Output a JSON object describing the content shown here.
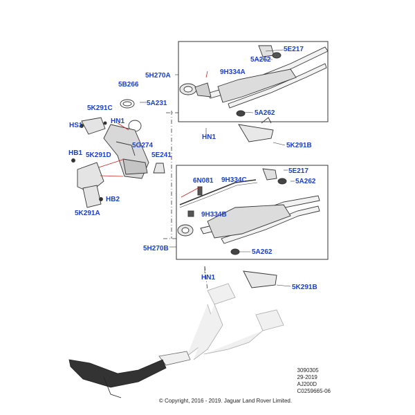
{
  "diagram": {
    "label_color": "#1a3fcc",
    "line_color": "#333333",
    "leader_color": "#cc2222",
    "callouts": {
      "c_5E217_a": "5E217",
      "c_5A262_a": "5A262",
      "c_9H334A": "9H334A",
      "c_5H270A": "5H270A",
      "c_5B266": "5B266",
      "c_5A231": "5A231",
      "c_5A262_b": "5A262",
      "c_5K291C": "5K291C",
      "c_HN1_a": "HN1",
      "c_HS1": "HS1",
      "c_HN1_b": "HN1",
      "c_5K291B_a": "5K291B",
      "c_5G274": "5G274",
      "c_HB1": "HB1",
      "c_5K291D": "5K291D",
      "c_5E241": "5E241",
      "c_5E217_b": "5E217",
      "c_6N081": "6N081",
      "c_9H334C": "9H334C",
      "c_5A262_c": "5A262",
      "c_HB2": "HB2",
      "c_5K291A": "5K291A",
      "c_9H334B": "9H334B",
      "c_5H270B": "5H270B",
      "c_5A262_d": "5A262",
      "c_HN1_c": "HN1",
      "c_5K291B_b": "5K291B"
    }
  },
  "footer": {
    "ref_1": "3090305",
    "ref_2": "29-2019",
    "ref_3": "AJ200D",
    "ref_4": "C0259665-06",
    "copyright": "© Copyright, 2016 - 2019. Jaguar Land Rover Limited."
  }
}
